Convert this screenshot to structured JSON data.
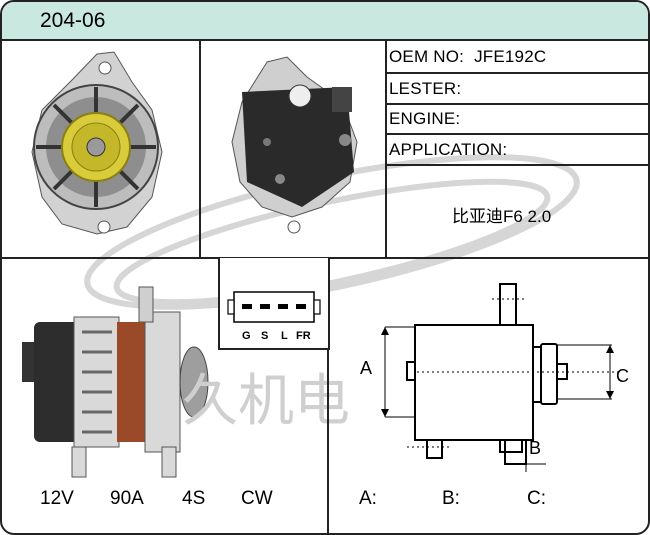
{
  "header": {
    "title": "204-06"
  },
  "specs": {
    "oem_label": "OEM NO:",
    "oem_value": "JFE192C",
    "lester_label": "LESTER:",
    "engine_label": "ENGINE:",
    "application_label": "APPLICATION:",
    "application_value": "比亚迪F6 2.0"
  },
  "connector": {
    "pins": [
      "G",
      "S",
      "L",
      "FR"
    ]
  },
  "ratings": {
    "voltage": "12V",
    "current": "90A",
    "groove": "4S",
    "rotation": "CW"
  },
  "dimensions": {
    "a_label": "A:",
    "b_label": "B:",
    "c_label": "C:",
    "a_marker": "A",
    "b_marker": "B",
    "c_marker": "C"
  },
  "watermark": "久机电",
  "colors": {
    "header_bg": "#c9e8e0",
    "border": "#222222",
    "pulley": "#d8cc3a",
    "stator": "#9a4a28"
  }
}
